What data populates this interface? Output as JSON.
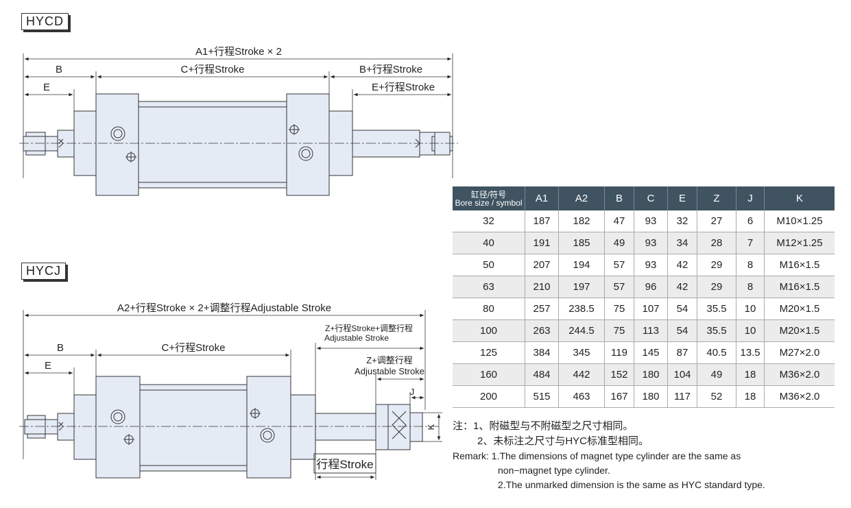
{
  "diagram_d": {
    "title": "HYCD",
    "dims": {
      "a1": "A1+行程Stroke × 2",
      "b": "B",
      "c": "C+行程Stroke",
      "b_right": "B+行程Stroke",
      "e": "E",
      "e_right": "E+行程Stroke"
    }
  },
  "diagram_j": {
    "title": "HYCJ",
    "dims": {
      "a2": "A2+行程Stroke × 2+调整行程Adjustable Stroke",
      "b": "B",
      "c": "C+行程Stroke",
      "e": "E",
      "z_stroke_1": "Z+行程Stroke+调整行程",
      "z_stroke_2": "Adjustable Stroke",
      "z_adj_1": "Z+调整行程",
      "z_adj_2": "Adjustable Stroke",
      "j": "J",
      "k": "K",
      "stroke_box": "行程Stroke"
    }
  },
  "table": {
    "header_first_line1": "缸径/符号",
    "header_first_line2": "Bore size / symbol",
    "headers": [
      "A1",
      "A2",
      "B",
      "C",
      "E",
      "Z",
      "J",
      "K"
    ],
    "rows": [
      [
        "32",
        "187",
        "182",
        "47",
        "93",
        "32",
        "27",
        "6",
        "M10×1.25"
      ],
      [
        "40",
        "191",
        "185",
        "49",
        "93",
        "34",
        "28",
        "7",
        "M12×1.25"
      ],
      [
        "50",
        "207",
        "194",
        "57",
        "93",
        "42",
        "29",
        "8",
        "M16×1.5"
      ],
      [
        "63",
        "210",
        "197",
        "57",
        "96",
        "42",
        "29",
        "8",
        "M16×1.5"
      ],
      [
        "80",
        "257",
        "238.5",
        "75",
        "107",
        "54",
        "35.5",
        "10",
        "M20×1.5"
      ],
      [
        "100",
        "263",
        "244.5",
        "75",
        "113",
        "54",
        "35.5",
        "10",
        "M20×1.5"
      ],
      [
        "125",
        "384",
        "345",
        "119",
        "145",
        "87",
        "40.5",
        "13.5",
        "M27×2.0"
      ],
      [
        "160",
        "484",
        "442",
        "152",
        "180",
        "104",
        "49",
        "18",
        "M36×2.0"
      ],
      [
        "200",
        "515",
        "463",
        "167",
        "180",
        "117",
        "52",
        "18",
        "M36×2.0"
      ]
    ]
  },
  "notes": {
    "cn1": "注：1、附磁型与不附磁型之尺寸相同。",
    "cn2": "2、未标注之尺寸与HYC标准型相同。",
    "en1": "Remark: 1.The dimensions of magnet type cylinder are the same as",
    "en1b": "non−magnet type cylinder.",
    "en2": "2.The unmarked dimension is the same as HYC standard type."
  },
  "colors": {
    "part_fill": "#e4ebf5",
    "header_bg": "#3f5361",
    "row_alt": "#ececec"
  }
}
